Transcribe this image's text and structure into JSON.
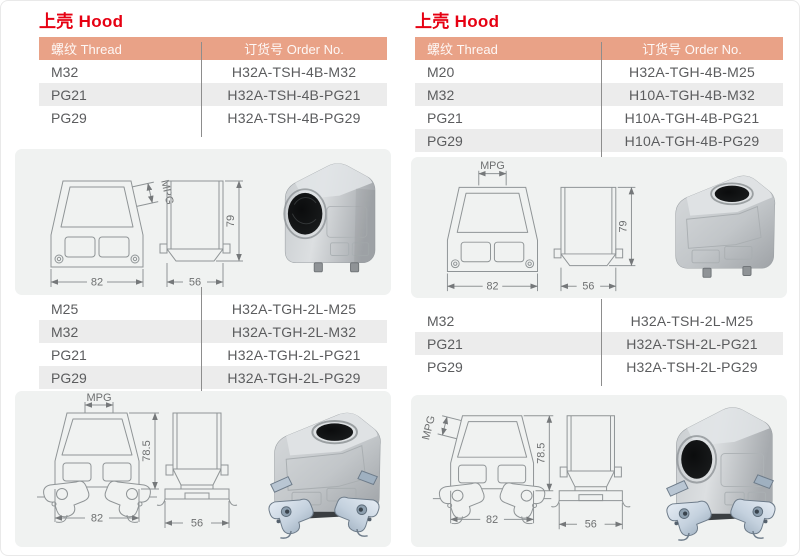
{
  "page_type": "connector catalog page",
  "colors": {
    "accent_red": "#e60012",
    "table_header_bg": "#e9a287",
    "table_header_text": "#ffffff",
    "row_alt_bg": "#ececec",
    "panel_bg": "#f0f2f1",
    "body_text": "#5b5c5e",
    "drawing_line": "#8f9496"
  },
  "columns": [
    {
      "title": "上壳 Hood",
      "table1": {
        "col1_header": "螺纹 Thread",
        "col2_header": "订货号 Order No.",
        "rows": [
          [
            "M32",
            "H32A-TSH-4B-M32"
          ],
          [
            "PG21",
            "H32A-TSH-4B-PG21"
          ],
          [
            "PG29",
            "H32A-TSH-4B-PG29"
          ]
        ]
      },
      "drawing1": {
        "thread_label": "MPG",
        "width": "82",
        "depth": "56",
        "height": "79",
        "entry": "side",
        "latches": false
      },
      "table2": {
        "rows": [
          [
            "M25",
            "H32A-TGH-2L-M25"
          ],
          [
            "M32",
            "H32A-TGH-2L-M32"
          ],
          [
            "PG21",
            "H32A-TGH-2L-PG21"
          ],
          [
            "PG29",
            "H32A-TGH-2L-PG29"
          ]
        ]
      },
      "drawing2": {
        "thread_label": "MPG",
        "width": "82",
        "depth": "56",
        "height": "78.5",
        "entry": "top",
        "latches": true
      }
    },
    {
      "title": "上壳 Hood",
      "table1": {
        "col1_header": "螺纹 Thread",
        "col2_header": "订货号 Order No.",
        "rows": [
          [
            "M20",
            "H32A-TGH-4B-M25"
          ],
          [
            "M32",
            "H10A-TGH-4B-M32"
          ],
          [
            "PG21",
            "H10A-TGH-4B-PG21"
          ],
          [
            "PG29",
            "H10A-TGH-4B-PG29"
          ]
        ]
      },
      "drawing1": {
        "thread_label": "MPG",
        "width": "82",
        "depth": "56",
        "height": "79",
        "entry": "top",
        "latches": false
      },
      "table2": {
        "rows": [
          [
            "M32",
            "H32A-TSH-2L-M25"
          ],
          [
            "PG21",
            "H32A-TSH-2L-PG21"
          ],
          [
            "PG29",
            "H32A-TSH-2L-PG29"
          ]
        ]
      },
      "drawing2": {
        "thread_label": "MPG",
        "width": "82",
        "depth": "56",
        "height": "78.5",
        "entry": "side",
        "latches": true
      }
    }
  ]
}
